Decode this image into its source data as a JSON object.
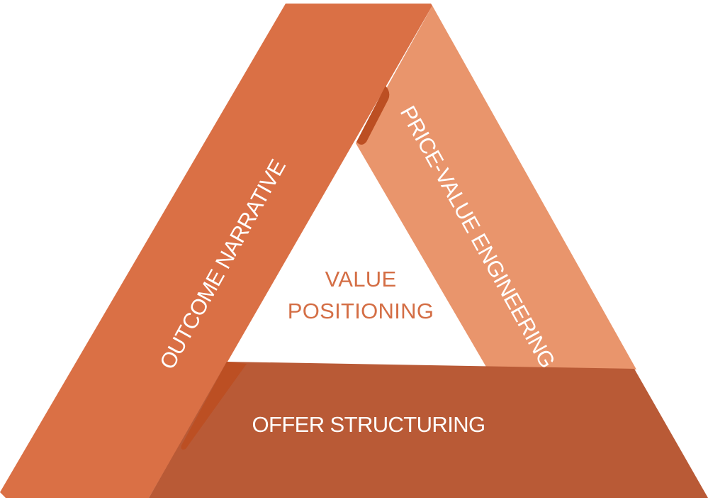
{
  "diagram": {
    "center": {
      "line1": "VALUE",
      "line2": "POSITIONING"
    },
    "sides": {
      "left": "OUTCOME NARRATIVE",
      "right": "PRICE-VALUE ENGINEERING",
      "bottom": "OFFER STRUCTURING"
    }
  },
  "colors": {
    "left_band": "#DA7045",
    "right_band": "#E9956C",
    "bottom_band": "#B95A36",
    "shadow": "#BC4F23",
    "side_text": "#FFFFFF",
    "center_text": "#D46E45"
  }
}
